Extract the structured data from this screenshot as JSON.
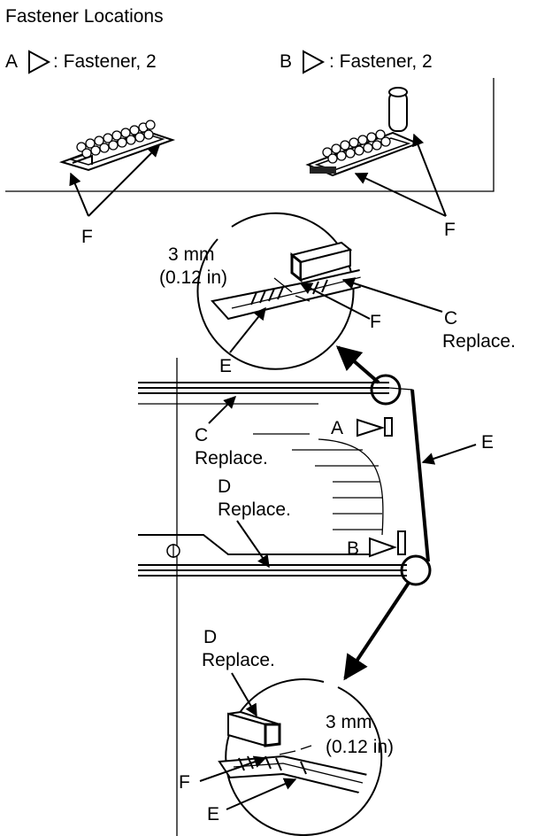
{
  "title": "Fastener Locations",
  "legend": {
    "a_letter": "A",
    "b_letter": "B",
    "a_text": ": Fastener, 2",
    "b_text": ": Fastener, 2"
  },
  "labels": {
    "f": "F",
    "e": "E",
    "c": "C",
    "d": "D",
    "a": "A",
    "b": "B",
    "replace": "Replace.",
    "dim_mm": "3 mm",
    "dim_in": "(0.12 in)"
  }
}
